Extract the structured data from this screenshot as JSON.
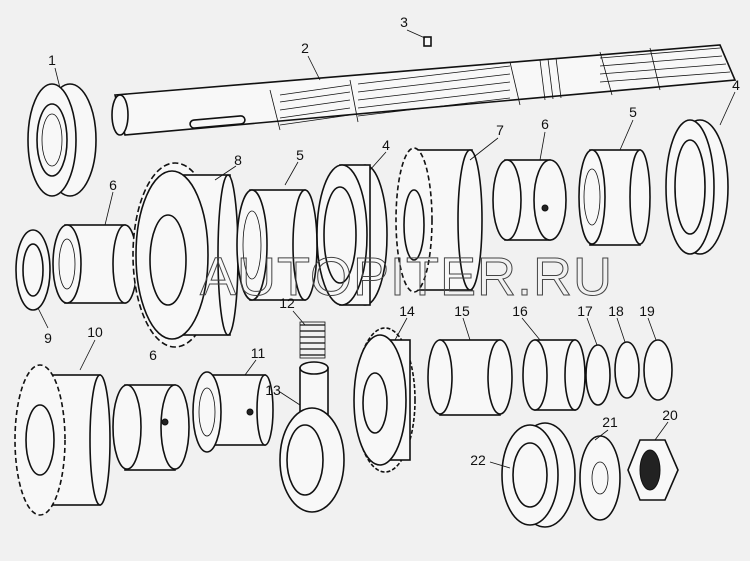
{
  "watermark": "AUTOPITER.RU",
  "callouts": {
    "c1": "1",
    "c2": "2",
    "c3": "3",
    "c4a": "4",
    "c4b": "4",
    "c5a": "5",
    "c5b": "5",
    "c6a": "6",
    "c6b": "6",
    "c6c": "6",
    "c7": "7",
    "c8": "8",
    "c9": "9",
    "c10": "10",
    "c11": "11",
    "c12": "12",
    "c13": "13",
    "c14": "14",
    "c15": "15",
    "c16": "16",
    "c17": "17",
    "c18": "18",
    "c19": "19",
    "c20": "20",
    "c21": "21",
    "c22": "22"
  }
}
